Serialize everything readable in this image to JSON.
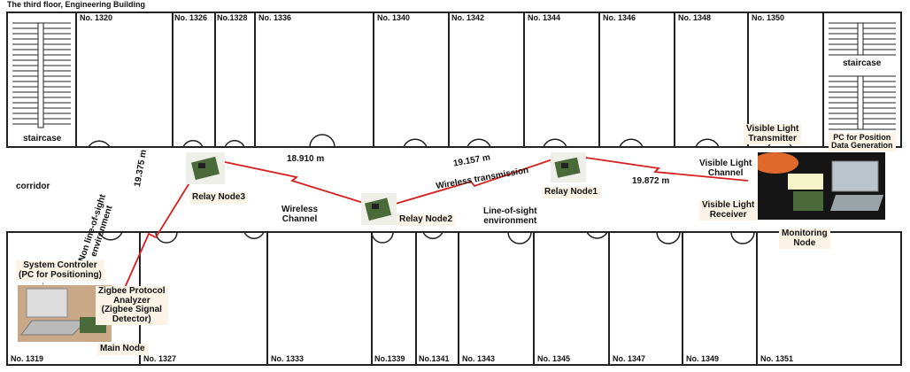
{
  "title": "The third floor, Engineering Building",
  "rooms_top": [
    "No. 1320",
    "No. 1326",
    "No.1328",
    "No. 1336",
    "No. 1340",
    "No. 1342",
    "No. 1344",
    "No. 1346",
    "No. 1348",
    "No. 1350"
  ],
  "rooms_bottom": [
    "No. 1319",
    "No. 1327",
    "No. 1333",
    "No.1339",
    "No.1341",
    "No. 1343",
    "No. 1345",
    "No. 1347",
    "No. 1349",
    "No. 1351"
  ],
  "labels": {
    "staircase_left": "staircase",
    "staircase_right": "staircase",
    "corridor": "corridor",
    "relay3": "Relay Node3",
    "relay2": "Relay Node2",
    "relay1": "Relay Node1",
    "wireless_channel": "Wireless\nChannel",
    "wireless_transmission": "Wireless transmission",
    "los_env": "Line-of-sight\nenvironment",
    "nlos_env": "Non line-of-sight\nenvironment",
    "system_controller": "System Controler\n(PC for Positioning)",
    "zigbee": "Zigbee Protocol\nAnalyzer\n(Zigbee Signal\nDetector)",
    "main_node": "Main Node",
    "vl_transmitter": "Visible Light\nTransmitter",
    "pc_position": "PC for Position\nData Generation",
    "vl_channel": "Visible Light\nChannel",
    "vl_receiver": "Visible Light\nReceiver",
    "monitoring": "Monitoring\nNode"
  },
  "distances": {
    "d_main_relay3": "19.375 m",
    "d_relay3_relay2": "18.910 m",
    "d_relay2_relay1": "19.157 m",
    "d_relay1_monitor": "19.872 m"
  },
  "colors": {
    "link": "#d61f1f",
    "wall": "#222222",
    "label_bg": "#fbf3e6"
  }
}
